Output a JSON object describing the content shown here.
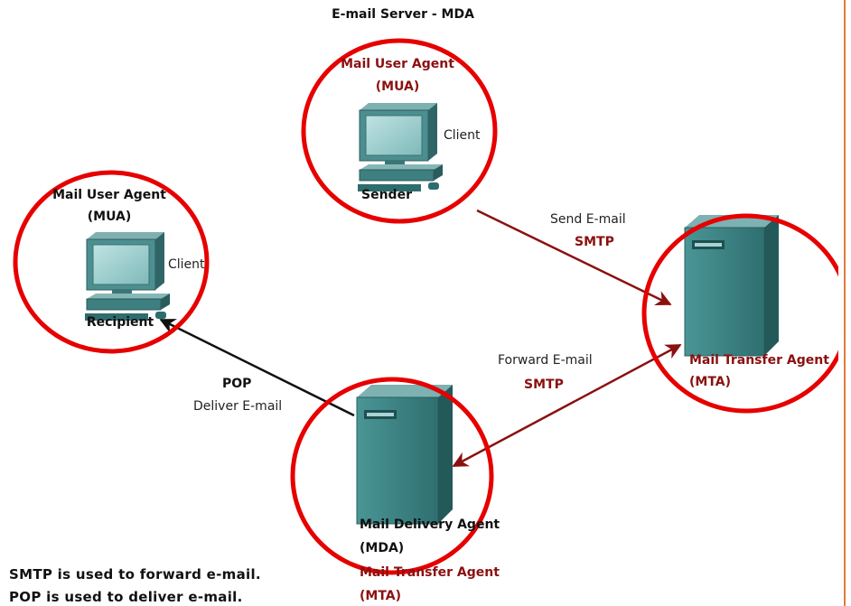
{
  "header": {
    "title": "E-mail Server - MDA"
  },
  "sender": {
    "title_line1": "Mail User Agent",
    "title_line2": "(MUA)",
    "client_label": "Client",
    "role": "Sender",
    "icon": "computer-icon"
  },
  "recipient": {
    "title_line1": "Mail User Agent",
    "title_line2": "(MUA)",
    "client_label": "Client",
    "role": "Recipient",
    "icon": "computer-icon"
  },
  "mta": {
    "title_line1": "Mail Transfer Agent",
    "title_line2": "(MTA)",
    "icon": "server-icon"
  },
  "mda": {
    "title_line1": "Mail Delivery Agent",
    "title_line2": "(MDA)",
    "sub_line1": "Mail Transfer Agent",
    "sub_line2": "(MTA)",
    "icon": "server-icon"
  },
  "links": {
    "send": {
      "action": "Send E-mail",
      "protocol": "SMTP"
    },
    "forward": {
      "action": "Forward E-mail",
      "protocol": "SMTP"
    },
    "deliver": {
      "protocol": "POP",
      "action": "Deliver E-mail"
    }
  },
  "notes": {
    "line1": "SMTP is used to forward e-mail.",
    "line2": "POP is used to deliver e-mail."
  },
  "colors": {
    "circle": "#e60000",
    "arrow_red": "#8b1010",
    "arrow_black": "#111111",
    "label_red": "#8b1010",
    "accent_border": "#e07a3a"
  }
}
